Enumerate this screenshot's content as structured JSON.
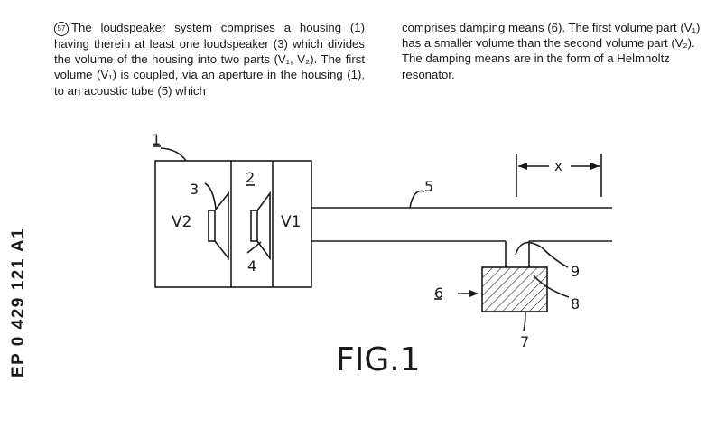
{
  "publication_number": "EP 0 429 121 A1",
  "abstract": {
    "badge": "57",
    "left_text": "The loudspeaker system comprises a housing (1) having therein at least one loudspeaker (3) which divides the volume of the housing into two parts (V₁, V₂). The first volume (V₁) is coupled, via an aperture in the housing (1), to an acoustic tube (5) which",
    "right_text": "comprises damping means (6). The first volume part (V₁) has a smaller volume than the second volume part (V₂). The damping means are in the form of a Helmholtz resonator."
  },
  "figure": {
    "caption": "FIG.1",
    "labels": {
      "housing": "1",
      "speaker_3": "3",
      "speaker_2": "2",
      "speaker_4": "4",
      "volume_v2": "V2",
      "volume_v1": "V1",
      "tube": "5",
      "damping": "6",
      "label_7": "7",
      "label_8": "8",
      "label_9": "9",
      "dimension_x": "x"
    }
  }
}
